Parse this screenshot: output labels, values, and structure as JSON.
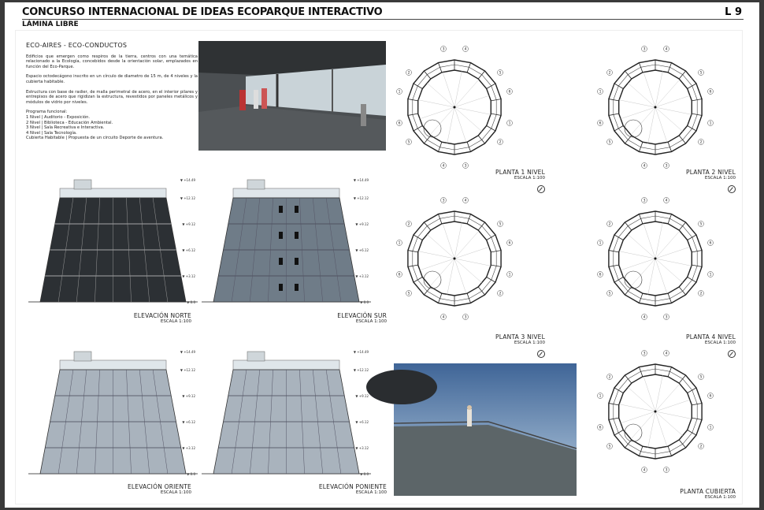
{
  "header": {
    "title": "CONCURSO INTERNACIONAL DE IDEAS ECOPARQUE INTERACTIVO",
    "sheet": "L 9",
    "subtitle": "LÁMINA LIBRE"
  },
  "description": {
    "heading": "ECO-AIRES - ECO-CONDUCTOS",
    "p1": "Edificios que emergen como respiros de la tierra, centros con una temática relacionado a la Ecología, concebidos desde la orientación solar, emplazados en función del Eco-Parque.",
    "p2": "Espacio octodecágono inscrito en un círculo de diametro de 15 m, de 4 niveles y la cubierta habitable.",
    "p3": "Estructura con base de radier, de malla perimetral de acero, en el interior pilares y entrepisos de acero que rigidizan la estructura, revestidos por paneles metálicos y módulos de vidrio por niveles.",
    "program_title": "Programa funcional:",
    "program": [
      "1 Nivel | Auditorio - Exposición.",
      "2 Nivel | Biblioteca - Educación Ambiental.",
      "3 Nivel | Sala Recreativa e Interactiva.",
      "4 Nivel | Sala Tecnología.",
      "Cubierta Habitable | Propuesta de un circuito Deporte de aventura."
    ]
  },
  "levels": [
    "+14.49",
    "+12.12",
    "+9.12",
    "+6.12",
    "+3.12",
    "0.0"
  ],
  "elevations": [
    {
      "title": "ELEVACIÓN NORTE",
      "scale": "ESCALA 1:100",
      "style": "dark"
    },
    {
      "title": "ELEVACIÓN SUR",
      "scale": "ESCALA 1:100",
      "style": "solid"
    },
    {
      "title": "ELEVACIÓN ORIENTE",
      "scale": "ESCALA 1:100",
      "style": "glass"
    },
    {
      "title": "ELEVACIÓN PONIENTE",
      "scale": "ESCALA 1:100",
      "style": "glass"
    }
  ],
  "plans": [
    {
      "title": "PLANTA 1 NIVEL",
      "scale": "ESCALA 1:100"
    },
    {
      "title": "PLANTA 2 NIVEL",
      "scale": "ESCALA 1:100"
    },
    {
      "title": "PLANTA 3 NIVEL",
      "scale": "ESCALA 1:100"
    },
    {
      "title": "PLANTA 4 NIVEL",
      "scale": "ESCALA 1:100"
    },
    {
      "title": "PLANTA CUBIERTA",
      "scale": "ESCALA 1:100"
    }
  ],
  "axis_marks": [
    "1",
    "2",
    "3",
    "4",
    "5",
    "6"
  ],
  "colors": {
    "frame": "#3a3a3a",
    "facade_dark": "#2c3034",
    "facade_panel": "#6f7c88",
    "glass": "#a9b3bd",
    "sky": "#4a6f9c"
  }
}
